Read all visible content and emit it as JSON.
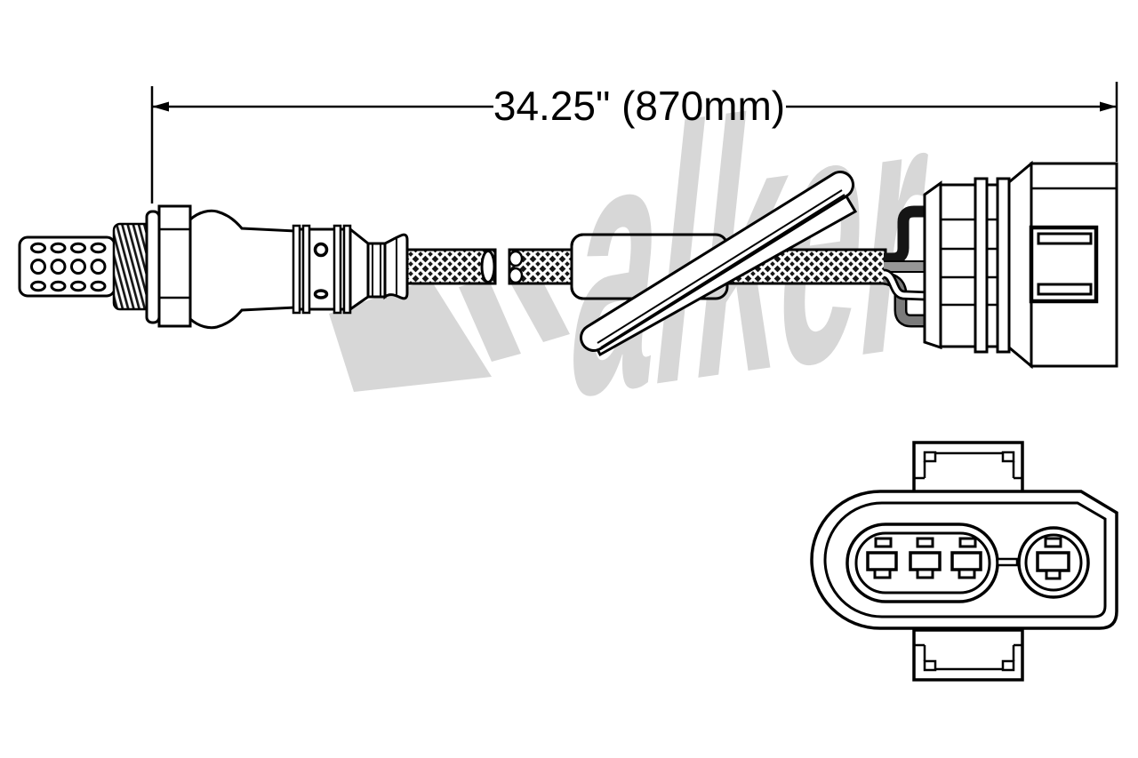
{
  "title": "Oxygen sensor technical line drawing",
  "dimension": {
    "label": "34.25\" (870mm)",
    "inches": "34.25\"",
    "millimeters": "870mm"
  },
  "watermark": {
    "brand": "walker",
    "letters_shown": "alker"
  },
  "connector_face": {
    "pins_in_oval": 3,
    "pins_in_circle": 1,
    "total_pins": 4
  },
  "parts": [
    "sensor-tip-louver",
    "thread-section",
    "gasket-washer",
    "hex-nut",
    "sensor-body",
    "braided-cable",
    "cable-sleeve",
    "heat-shield-tube",
    "wire-harness",
    "connector-housing",
    "connector-face-view"
  ],
  "colors": {
    "background": "#ffffff",
    "line": "#000000",
    "watermark": "#d7d7d7",
    "wire_black": "#151515",
    "wire_gray": "#969696",
    "wire_dark": "#7a7a7a"
  }
}
